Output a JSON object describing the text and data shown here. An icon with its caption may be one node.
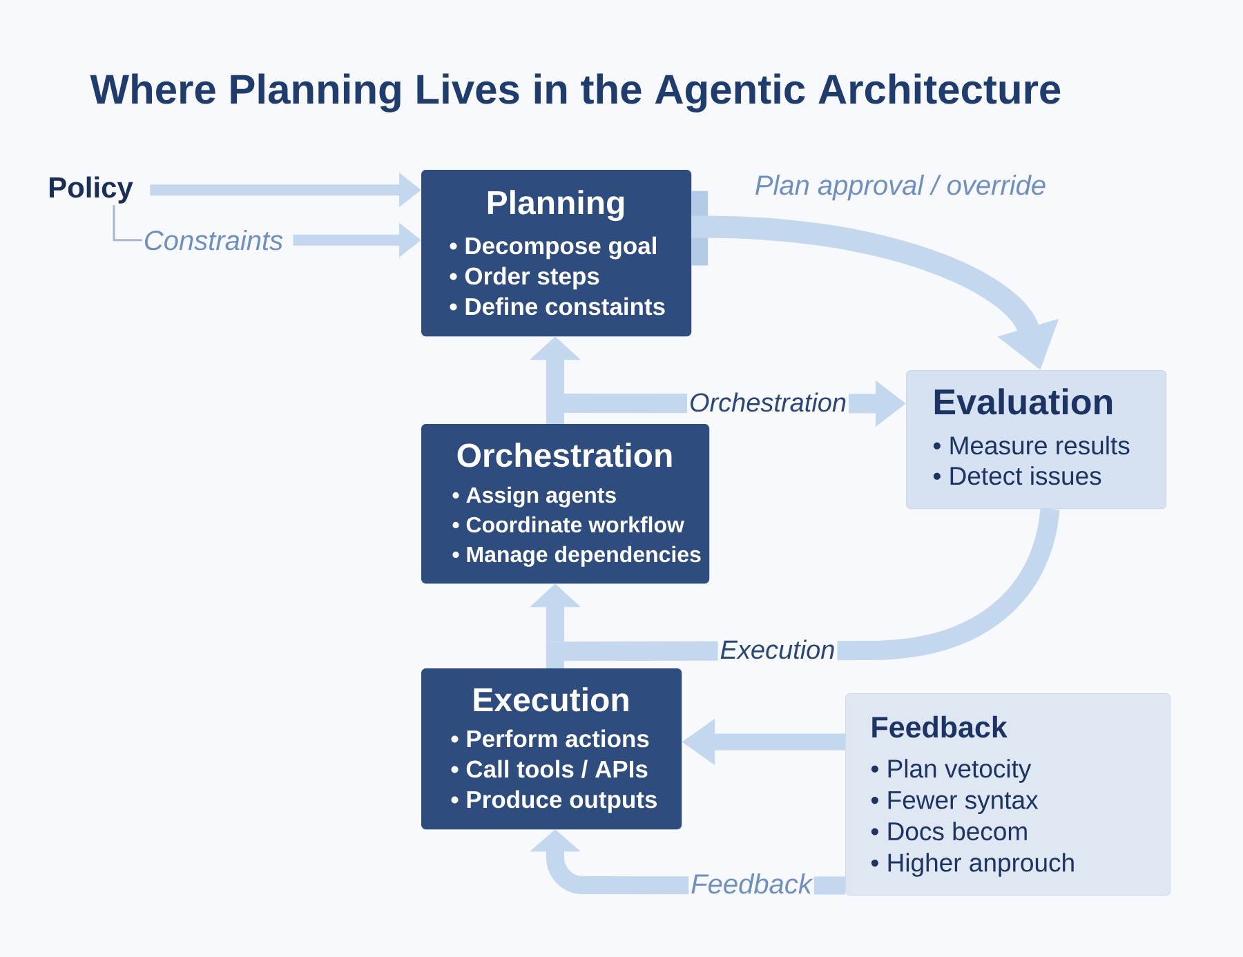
{
  "diagram": {
    "title": "Where Planning Lives in the Agentic Architecture",
    "nodes": [
      {
        "text": [
          "Policy"
        ]
      },
      {
        "text": [
          "Constraints"
        ]
      },
      {
        "text": [
          "Planning",
          "• Decompose goal",
          "• Order steps",
          "• Define constaints"
        ]
      },
      {
        "text": [
          "Evaluation",
          "• Measure results",
          "• Detect issues"
        ]
      },
      {
        "text": [
          "Orchestration",
          "• Assign agents",
          "• Coordinate workflow",
          "• Manage dependencies"
        ]
      },
      {
        "text": [
          "Execution",
          "• Perform actions",
          "• Call tools / APIs",
          "• Produce outputs"
        ]
      },
      {
        "text": [
          "Feedback",
          "• Plan vetocity",
          "• Fewer syntax",
          "• Docs becom",
          "• Higher anprouch"
        ]
      }
    ],
    "edges": [
      {
        "from": 0,
        "to": 1,
        "arrow": "none",
        "color": "#a9b9cd"
      },
      {
        "from": 0,
        "to": 2,
        "arrow": "to"
      },
      {
        "from": 1,
        "to": 2,
        "arrow": "to"
      },
      {
        "from": 2,
        "to": 3,
        "arrow": "to",
        "label": "Plan approval / override"
      },
      {
        "from": 4,
        "to": 2,
        "arrow": "to"
      },
      {
        "from": 4,
        "to": 3,
        "arrow": "to",
        "label": "Orchestration"
      },
      {
        "from": 5,
        "to": 4,
        "arrow": "to"
      },
      {
        "from": 3,
        "to": 4,
        "arrow": "to",
        "label": "Execution"
      },
      {
        "from": 6,
        "to": 5,
        "arrow": "to"
      },
      {
        "from": 6,
        "to": 5,
        "arrow": "to",
        "label": "Feedback"
      }
    ]
  }
}
